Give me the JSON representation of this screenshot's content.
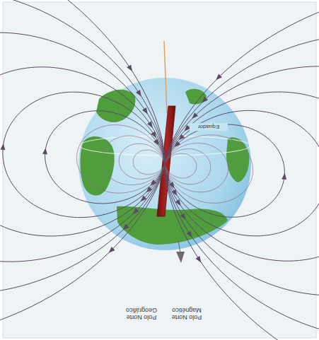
{
  "diagram": {
    "labels": [
      "Equador",
      "Polo Norte Geográfico",
      "Polo Norte Magnético"
    ]
  }
}
